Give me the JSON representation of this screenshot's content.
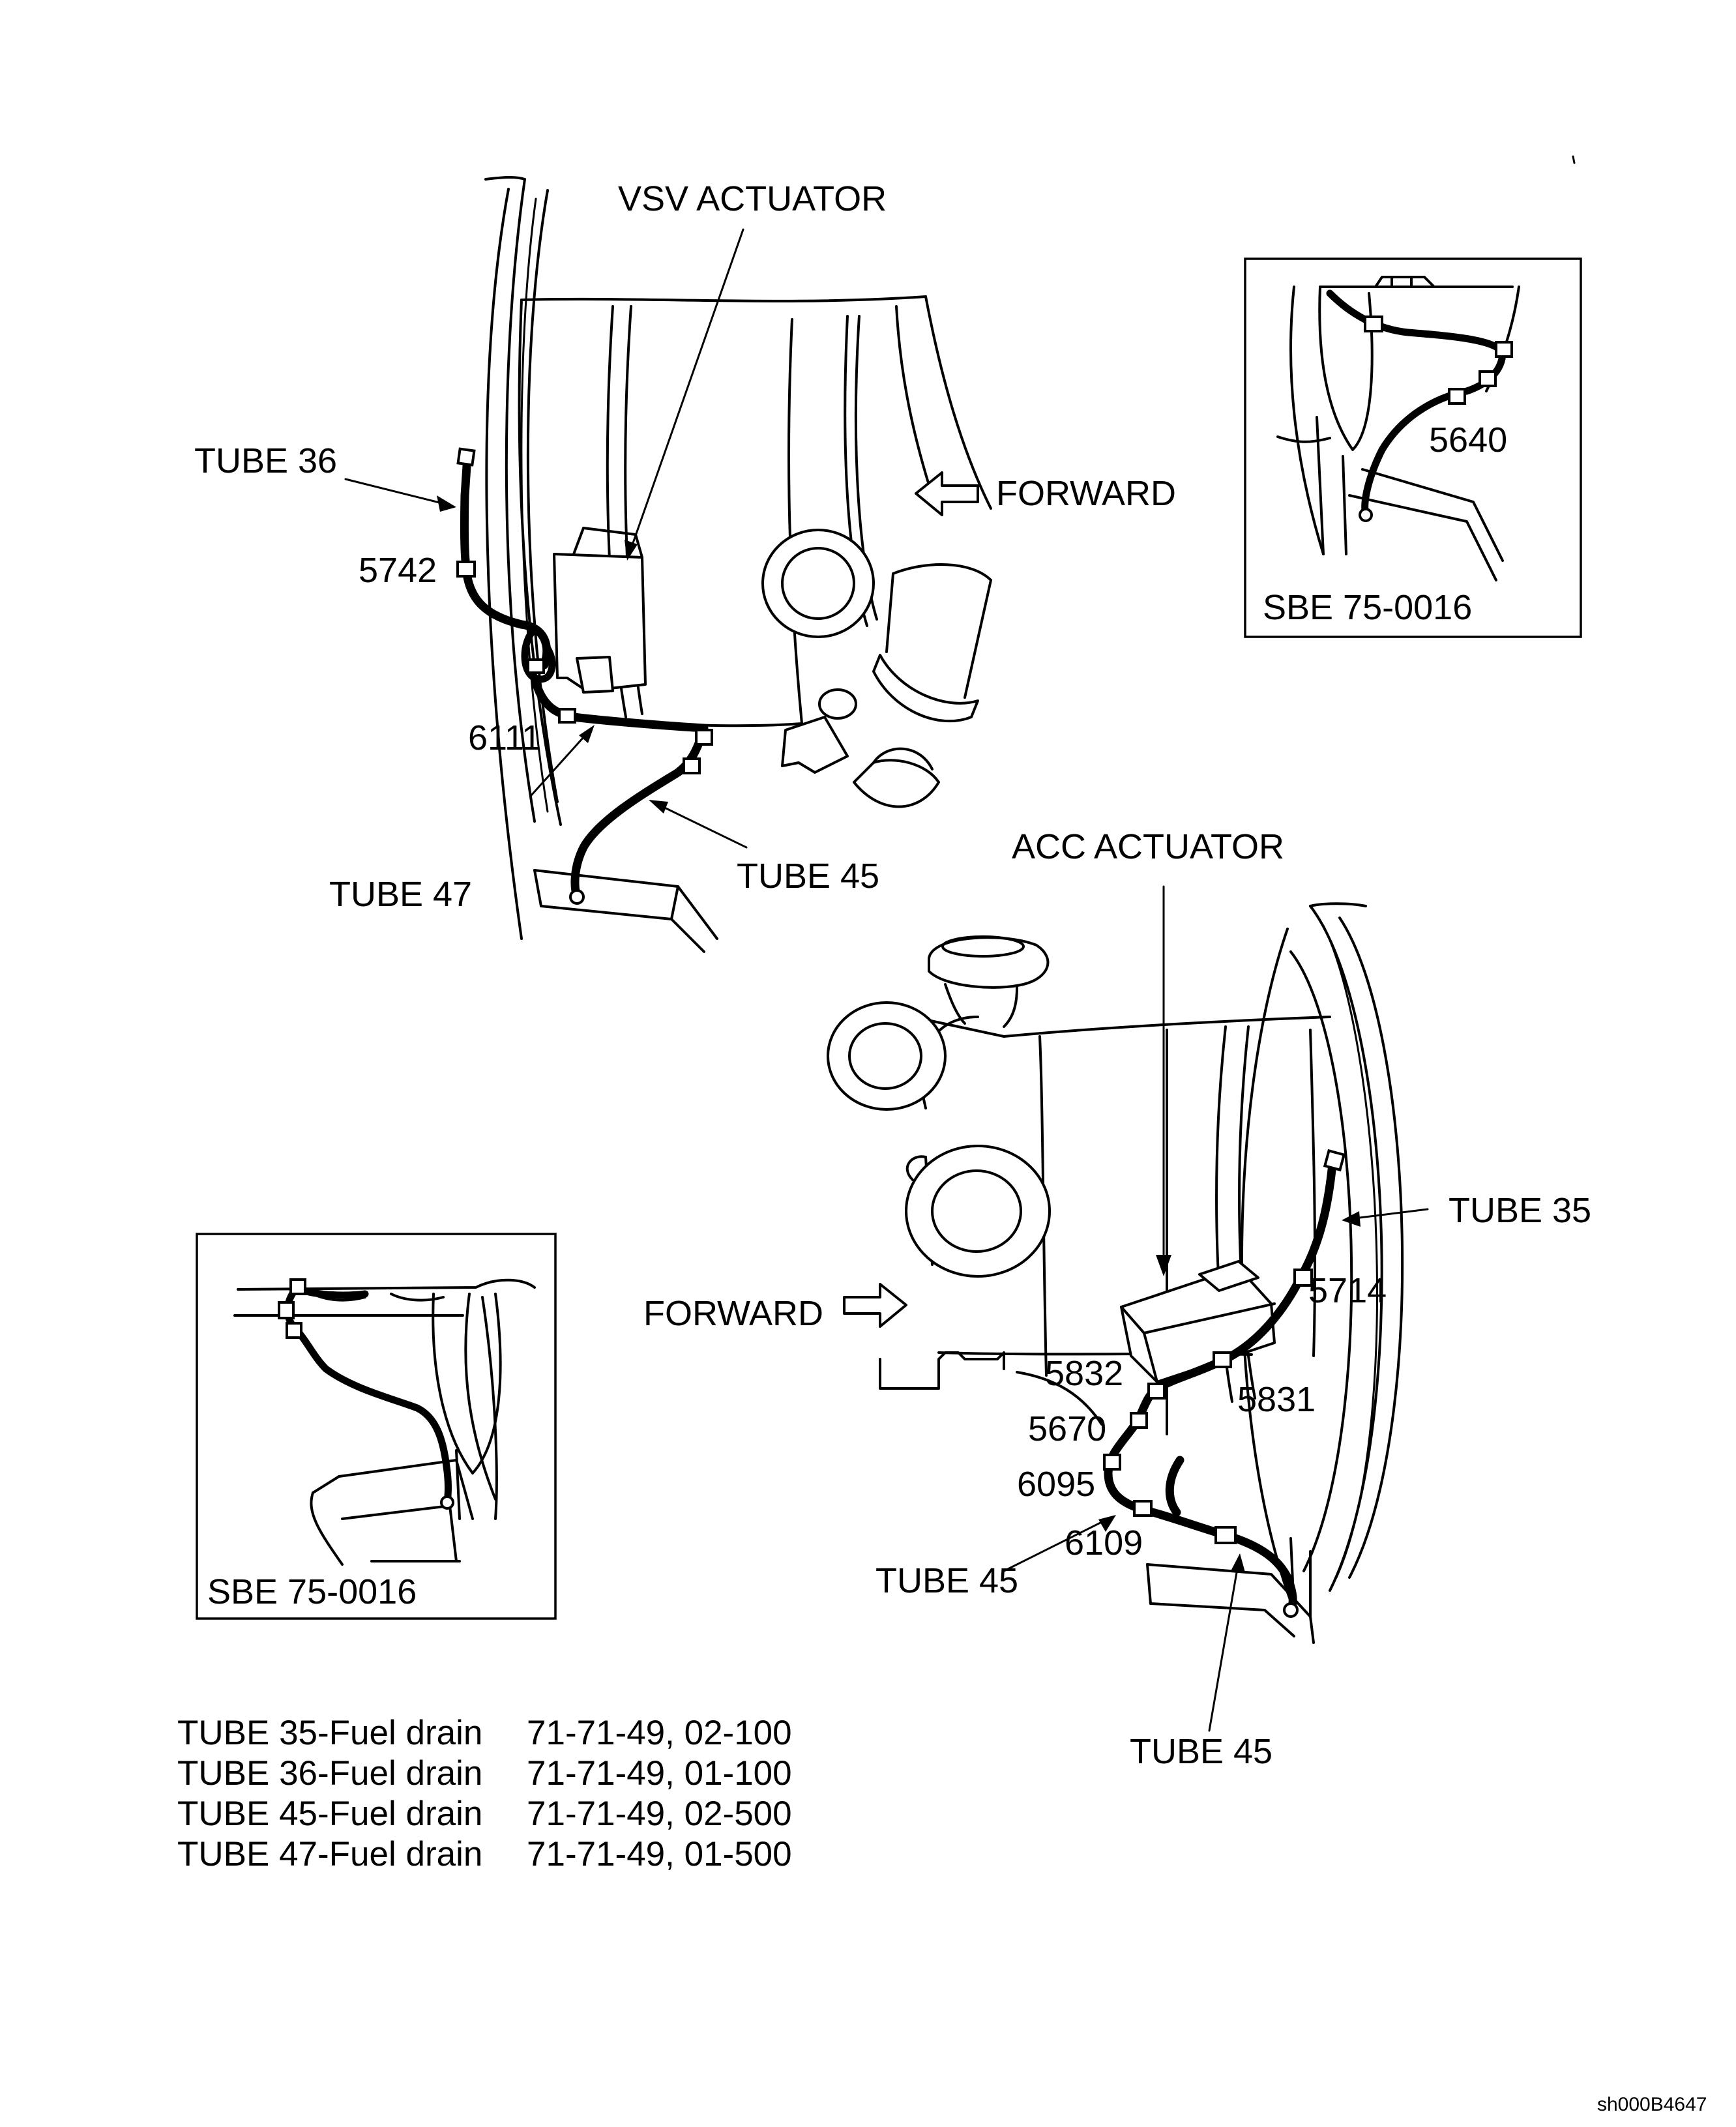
{
  "labels": {
    "vsv_actuator": "VSV ACTUATOR",
    "forward_top": "FORWARD",
    "tube36": "TUBE 36",
    "n5742": "5742",
    "n6111": "6111",
    "tube47": "TUBE 47",
    "tube45_top": "TUBE 45",
    "sbe_top": "SBE 75-0016",
    "n5640": "5640",
    "acc_actuator": "ACC ACTUATOR",
    "tube35": "TUBE 35",
    "n5714": "5714",
    "forward_bottom": "FORWARD",
    "n5832": "5832",
    "n5831": "5831",
    "n5670": "5670",
    "n6095": "6095",
    "n6109": "6109",
    "tube45_mid": "TUBE 45",
    "tube45_bottom": "TUBE 45",
    "sbe_bottom": "SBE 75-0016"
  },
  "legend": [
    {
      "tube": "TUBE 35-Fuel drain",
      "ref": "71-71-49, 02-100"
    },
    {
      "tube": "TUBE 36-Fuel drain",
      "ref": "71-71-49, 01-100"
    },
    {
      "tube": "TUBE 45-Fuel drain",
      "ref": "71-71-49, 02-500"
    },
    {
      "tube": "TUBE 47-Fuel drain",
      "ref": "71-71-49, 01-500"
    }
  ],
  "footer": {
    "sheet_id": "sh000B4647"
  }
}
